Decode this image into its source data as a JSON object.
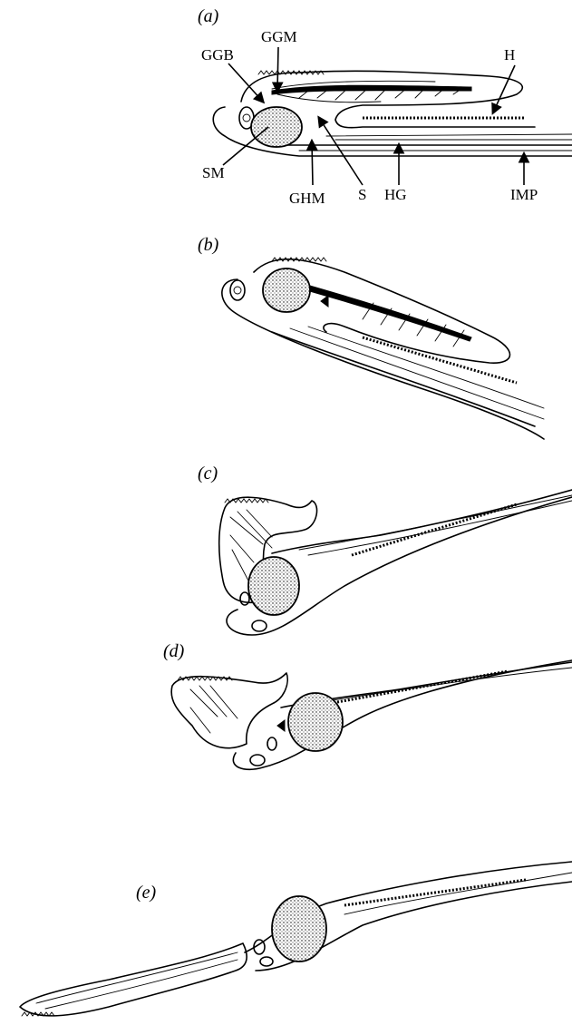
{
  "panels": [
    {
      "id": "a",
      "label": "(a)"
    },
    {
      "id": "b",
      "label": "(b)"
    },
    {
      "id": "c",
      "label": "(c)"
    },
    {
      "id": "d",
      "label": "(d)"
    },
    {
      "id": "e",
      "label": "(e)"
    }
  ],
  "annotations": {
    "ggb": "GGB",
    "ggm": "GGM",
    "h": "H",
    "sm": "SM",
    "ghm": "GHM",
    "s": "S",
    "hg": "HG",
    "imp": "IMP"
  }
}
